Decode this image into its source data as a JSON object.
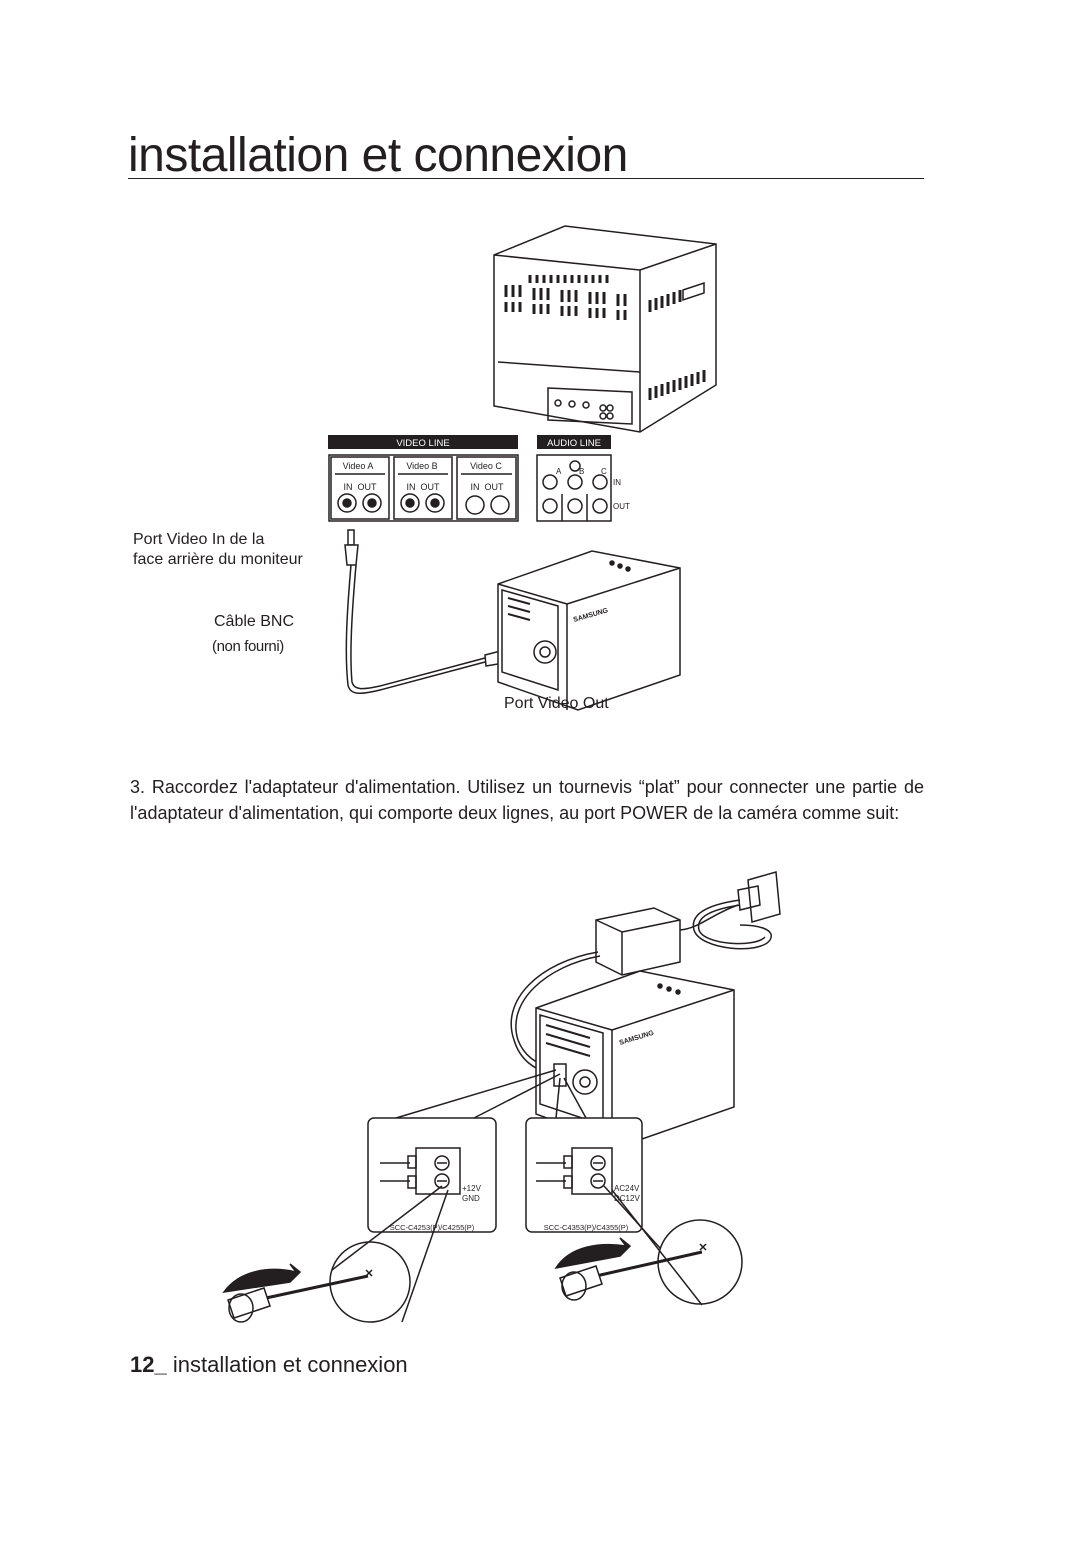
{
  "header": {
    "title": "installation et connexion"
  },
  "figure1": {
    "video_line": "VIDEO LINE",
    "audio_line": "AUDIO LINE",
    "video_a": "Video A",
    "video_b": "Video B",
    "video_c": "Video C",
    "in_out_a": "IN  OUT",
    "in_out_b": "IN  OUT",
    "in_out_c": "IN  OUT",
    "audio_a": "A",
    "audio_b": "B",
    "audio_c": "C",
    "audio_in": "IN",
    "audio_out": "OUT",
    "brand": "SAMSUNG",
    "label_port_in_line1": "Port Video In de la",
    "label_port_in_line2": "face arrière du moniteur",
    "label_cable": "Câble BNC",
    "label_cable_note": "(non fourni)",
    "label_port_out": "Port Video Out"
  },
  "instruction": {
    "text": "3. Raccordez l'adaptateur d'alimentation. Utilisez un tournevis “plat” pour connecter une partie de l'adaptateur d'alimentation, qui comporte deux lignes, au port POWER de la caméra comme suit:"
  },
  "figure2": {
    "brand": "SAMSUNG",
    "left_v1": "+12V",
    "left_v2": "GND",
    "left_model": "SCC-C4253(P)/C4255(P)",
    "right_v1": "AC24V",
    "right_v2": "DC12V",
    "right_model": "SCC-C4353(P)/C4355(P)"
  },
  "footer": {
    "page_number": "12_",
    "section": "installation et connexion"
  }
}
